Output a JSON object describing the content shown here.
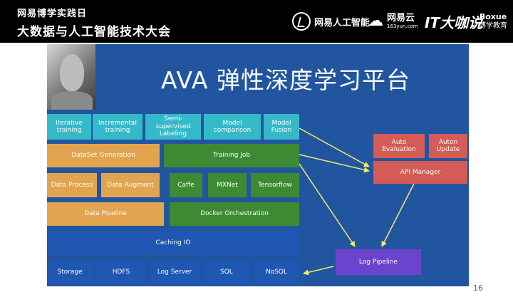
{
  "header": {
    "event_line1": "网易博学实践日",
    "event_line2": "大数据与人工智能技术大会",
    "logo_ai": "网易人工智能",
    "logo_cloud": "网易云",
    "logo_cloud_sub": "163yun.com",
    "logo_it": "IT大咖说",
    "logo_boxue": "Boxue",
    "logo_boxue_sub": "博学教育"
  },
  "slide": {
    "title": "AVA 弹性深度学习平台",
    "page_number": "16",
    "row_features": [
      "Iterative training",
      "Incremental training",
      "Semi-supervised Labeling",
      "Model comparison",
      "Model Fusion"
    ],
    "dataset_generation": "DataSet Generation",
    "training_job": "Training Job",
    "data_process": "Data Process",
    "data_augment": "Data Augment",
    "frameworks": [
      "Caffe",
      "MXNet",
      "Tensorflow"
    ],
    "data_pipeline": "Data Pipeline",
    "docker_orchestration": "Docker Orchestration",
    "caching_io": "Caching IO",
    "storage_row": [
      "Storage",
      "HDFS",
      "Log Server",
      "SQL",
      "NoSQL"
    ],
    "auto_evaluation": "Auto Evaluation",
    "auto_update": "Auton Update",
    "api_manager": "API Manager",
    "log_pipeline": "Log Pipeline"
  },
  "colors": {
    "slide_bg": "#21559f",
    "cyan": "#35b9c9",
    "orange": "#e2a44f",
    "green": "#3d8a32",
    "blue": "#1f57b3",
    "red": "#d45b56",
    "purple": "#6b43cc",
    "arrow": "#f2ec6a"
  }
}
